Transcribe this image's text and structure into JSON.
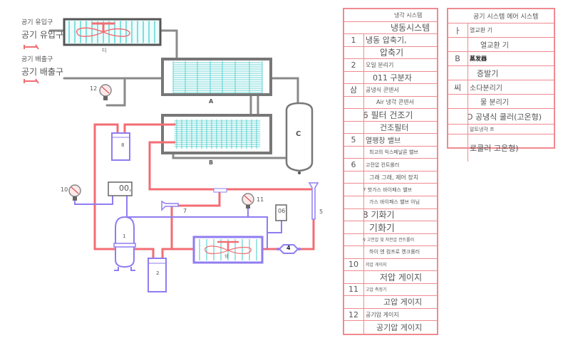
{
  "diagram": {
    "inlet_small": "공기 유입구",
    "inlet_large": "공기 유입구",
    "outlet_small": "공기 배출구",
    "outlet_large": "공기 배출구",
    "labels": {
      "D": "디",
      "A": "A",
      "B": "B",
      "C": "C",
      "n1": "1",
      "n2": "2",
      "n3": "삼",
      "n4": "4",
      "n5": "5",
      "n7": "7",
      "n8": "8",
      "n10": "10",
      "n11": "11",
      "n12": "12",
      "controller1": "00,",
      "controller2": "06"
    },
    "colors": {
      "refrigerant": "#f26d73",
      "air_pipe": "#8a8a8a",
      "coil": "#3cc9c9",
      "control": "#8f7df0"
    }
  },
  "refrigeration_table": {
    "rows": [
      {
        "num": "",
        "text": "냉각 시스템",
        "size": 8,
        "indent": 40
      },
      {
        "num": "",
        "text": "냉동시스템",
        "size": 12,
        "indent": 35
      },
      {
        "num": "1",
        "text": "냉동 압축기,",
        "size": 11,
        "indent": 0
      },
      {
        "num": "",
        "text": "압축기",
        "size": 12,
        "indent": 20
      },
      {
        "num": "2",
        "text": "오일 분리기",
        "size": 8,
        "indent": 0
      },
      {
        "num": "",
        "text": "011 구분자",
        "size": 11,
        "indent": 10
      },
      {
        "num": "삼",
        "text": "공냉식 콘덴서",
        "size": 8,
        "indent": 0
      },
      {
        "num": "",
        "text": "Air 냉각 콘덴서",
        "size": 8,
        "indent": 15
      },
      {
        "num": "",
        "text": "6 필터 건조기",
        "size": 12,
        "indent": -20
      },
      {
        "num": "",
        "text": "건조필터",
        "size": 11,
        "indent": 20
      },
      {
        "num": "5",
        "text": "열팽창 밸브",
        "size": 10,
        "indent": 0
      },
      {
        "num": "",
        "text": "최고의 익스페날론 밸브",
        "size": 7,
        "indent": 5
      },
      {
        "num": "6",
        "text": "고전압 컨트롤러",
        "size": 7,
        "indent": 0
      },
      {
        "num": "",
        "text": "그래 그래, 제어 장치",
        "size": 8,
        "indent": 5
      },
      {
        "num": "",
        "text": "7 핫가스 바이패스 밸브",
        "size": 7,
        "indent": -24
      },
      {
        "num": "",
        "text": "가스 바이패스 밸브 아님",
        "size": 7,
        "indent": 5
      },
      {
        "num": "",
        "text": "8 기화기",
        "size": 12,
        "indent": -20
      },
      {
        "num": "",
        "text": "기화기",
        "size": 13,
        "indent": 5
      },
      {
        "num": "",
        "text": "9 고전압 및 저전압 컨트롤러",
        "size": 6,
        "indent": -24
      },
      {
        "num": "",
        "text": "하이 엔 컴프로 켄크롤러",
        "size": 7,
        "indent": 5
      },
      {
        "num": "10",
        "text": "저압 게이지",
        "size": 6,
        "indent": 0
      },
      {
        "num": "",
        "text": "저압 게이지",
        "size": 12,
        "indent": 20
      },
      {
        "num": "11",
        "text": "고압 측정기",
        "size": 6,
        "indent": 0
      },
      {
        "num": "",
        "text": "고압 게이지",
        "size": 11,
        "indent": 25
      },
      {
        "num": "12",
        "text": "공기압 게이지",
        "size": 8,
        "indent": 0
      },
      {
        "num": "",
        "text": "공기압 게이지",
        "size": 11,
        "indent": 15
      }
    ]
  },
  "air_table": {
    "rows": [
      {
        "num": "",
        "text": "공기 시스템   에어 시스템",
        "size": 9,
        "indent": 5
      },
      {
        "num": "ㅏ",
        "text": "열교환 기",
        "size": 8,
        "indent": 0
      },
      {
        "num": "",
        "text": "열교환 기",
        "size": 10,
        "indent": 15
      },
      {
        "num": "B",
        "text": "蒸发器",
        "size": 8,
        "indent": 0
      },
      {
        "num": "",
        "text": "증발기",
        "size": 11,
        "indent": 10
      },
      {
        "num": "씨",
        "text": "소다분리기",
        "size": 10,
        "indent": 0
      },
      {
        "num": "",
        "text": "물 분리기",
        "size": 10,
        "indent": 15
      },
      {
        "num": "",
        "text": "D 공냉식 쿨러(고온형)",
        "size": 11,
        "indent": -20
      },
      {
        "num": "",
        "text": "알트냉각 프",
        "size": 7,
        "indent": 0
      },
      {
        "num": "",
        "text": "로쿨러 고온형)",
        "size": 11,
        "indent": 0
      }
    ]
  }
}
